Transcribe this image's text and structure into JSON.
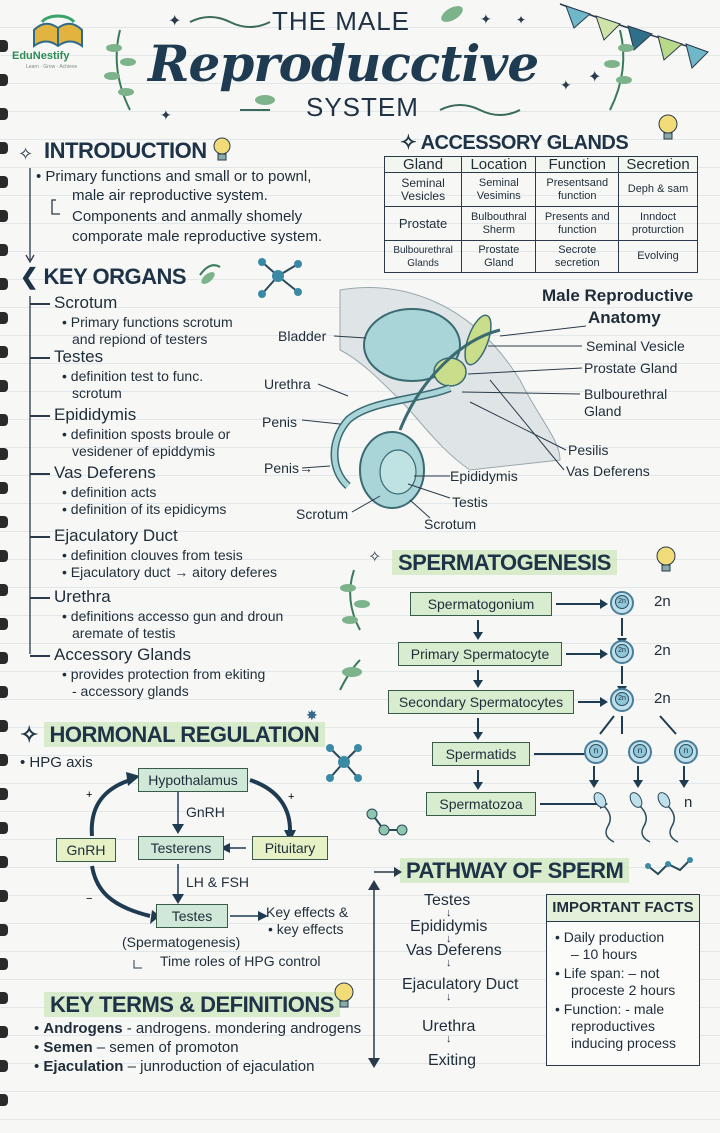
{
  "logo": {
    "name": "EduNestify",
    "tagline": "Learn · Grow · Achieve"
  },
  "title": {
    "top": "THE MALE",
    "main": "Reproducctive",
    "bottom": "SYSTEM"
  },
  "introduction": {
    "heading": "INTRODUCTION",
    "line1": "Primary functions and small or to pownl,",
    "line2": "male air reproductive system.",
    "line3": "Components and anmally shomely",
    "line4": "comporate male reproductive system."
  },
  "accessory_glands": {
    "heading": "ACCESSORY GLANDS",
    "headers": [
      "Gland",
      "Location",
      "Function",
      "Secretion"
    ],
    "rows": [
      [
        "Seminal Vesicles",
        "Seminal Vesimins",
        "Presentsand function",
        "Deph & sam"
      ],
      [
        "Prostate",
        "Bulbouthral Sherm",
        "Presents and function",
        "Inndoct proturction"
      ],
      [
        "Bulbourethral Glands",
        "Prostate Gland",
        "Secrote secretion",
        "Evolving"
      ]
    ]
  },
  "key_organs": {
    "heading": "KEY ORGANS",
    "items": [
      {
        "name": "Scrotum",
        "details": [
          "Primary functions scrotum",
          "and repiond of testers"
        ]
      },
      {
        "name": "Testes",
        "details": [
          "definition test to func.",
          "scrotum"
        ]
      },
      {
        "name": "Epididymis",
        "details": [
          "definition sposts broule or",
          "vesidener of epiddymis"
        ]
      },
      {
        "name": "Vas Deferens",
        "details": [
          "definition acts",
          "definition of its epidicyms"
        ]
      },
      {
        "name": "Ejaculatory Duct",
        "details": [
          "definition clouves from tesis",
          "Ejaculatory duct → aitory deferes"
        ]
      },
      {
        "name": "Urethra",
        "details": [
          "definitions accesso gun and droun",
          "aremate of testis"
        ]
      },
      {
        "name": "Accessory Glands",
        "details": [
          "provides protection from ekiting",
          "- accessory glands"
        ]
      }
    ]
  },
  "anatomy": {
    "title_line1": "Male Reproductive",
    "title_line2": "Anatomy",
    "labels_left": [
      "Bladder",
      "Urethra",
      "Penis",
      "Penis"
    ],
    "labels_bottom": [
      "Scrotum",
      "Epididymis",
      "Testis",
      "Scrotum"
    ],
    "labels_right": [
      "Seminal Vesicle",
      "Prostate Gland",
      "Bulbourethral",
      "Gland",
      "Pesilis",
      "Vas Deferens"
    ]
  },
  "spermatogenesis": {
    "heading": "SPERMATOGENESIS",
    "stages": [
      "Spermatogonium",
      "Primary Spermatocyte",
      "Secondary Spermatocytes",
      "Spermatids",
      "Spermatozoa"
    ],
    "ploidy": [
      "2n",
      "2n",
      "2n",
      "n",
      "n"
    ],
    "cell_label_2n": "2n",
    "cell_label_n": "n"
  },
  "hormonal": {
    "heading": "HORMONAL REGULATION",
    "axis": "HPG axis",
    "hypothalamus": "Hypothalamus",
    "gnrh_arrow": "GnRH",
    "pituitary": "Pituitary",
    "testerens": "Testerens",
    "gnrh_box": "GnRH",
    "lh_fsh": "LH & FSH",
    "testes": "Testes",
    "key_effects1": "Key effects &",
    "key_effects2": "• key effects",
    "spermatogenesis": "(Spermatogenesis)",
    "time_roles": "Time roles of HPG control"
  },
  "key_terms": {
    "heading": "KEY TERMS & DEFINITIONS",
    "items": [
      {
        "term": "Androgens",
        "def": " - androgens. mondering androgens"
      },
      {
        "term": "Semen",
        "def": " – semen of promoton"
      },
      {
        "term": "Ejaculation",
        "def": " – junroduction of ejaculation"
      }
    ]
  },
  "pathway": {
    "heading": "PATHWAY OF SPERM",
    "steps": [
      "Testes",
      "Epididymis",
      "Vas Deferens",
      "Ejaculatory Duct",
      "Urethra",
      "Exiting"
    ]
  },
  "facts": {
    "heading": "IMPORTANT FACTS",
    "l1": "Daily production",
    "l2": "– 10 hours",
    "l3": "Life span: – not",
    "l4": "proceste 2 hours",
    "l5": "Function: - male",
    "l6": "reproductives",
    "l7": "inducing process"
  },
  "colors": {
    "accent_green": "#cde8be",
    "ink": "#1f2d3a",
    "cell_blue": "#bfe0ea"
  }
}
